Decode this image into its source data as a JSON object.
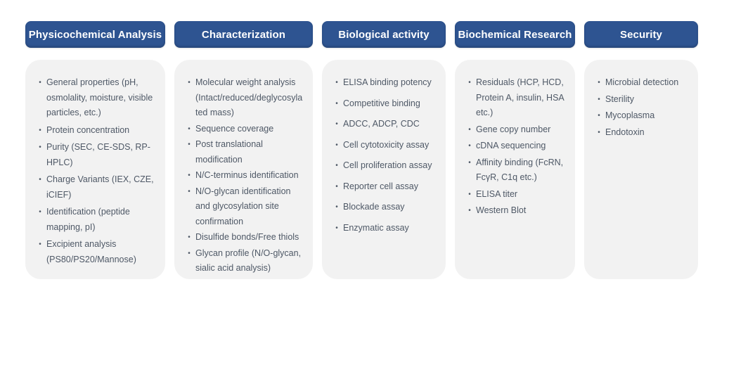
{
  "colors": {
    "header_bg": "#2e5491",
    "header_text": "#ffffff",
    "body_bg": "#f2f2f2",
    "body_text": "#4e5866",
    "page_bg": "#ffffff"
  },
  "icons": {
    "bullet_glyph": "•",
    "bullet_name": "bullet-dot-icon"
  },
  "columns": [
    {
      "title": "Physicochemical Analysis",
      "items": [
        "General properties (pH, osmolality, moisture, visible particles, etc.)",
        "Protein concentration",
        "Purity (SEC,  CE-SDS, RP-HPLC)",
        "Charge Variants (IEX, CZE, iCIEF)",
        "Identification (peptide mapping, pI)",
        "Excipient analysis (PS80/PS20/Mannose)"
      ]
    },
    {
      "title": "Characterization",
      "items": [
        "Molecular weight analysis (Intact/reduced/deglycosylated mass)",
        "Sequence coverage",
        "Post translational modification",
        "N/C-terminus identification",
        "N/O-glycan identification and glycosylation site confirmation",
        "Disulfide bonds/Free thiols",
        "Glycan profile (N/O-glycan, sialic acid analysis)"
      ]
    },
    {
      "title": "Biological activity",
      "items": [
        "ELISA binding potency",
        "Competitive binding",
        "ADCC, ADCP, CDC",
        "Cell cytotoxicity assay",
        "Cell proliferation assay",
        "Reporter cell assay",
        "Blockade assay",
        "Enzymatic assay"
      ]
    },
    {
      "title": "Biochemical Research",
      "items": [
        "Residuals (HCP, HCD, Protein A, insulin, HSA etc.)",
        "Gene copy number",
        "cDNA sequencing",
        "Affinity binding (FcRN, FcγR, C1q etc.)",
        "ELISA titer",
        "Western Blot"
      ]
    },
    {
      "title": "Security",
      "items": [
        "Microbial detection",
        "Sterility",
        "Mycoplasma",
        "Endotoxin"
      ]
    }
  ]
}
